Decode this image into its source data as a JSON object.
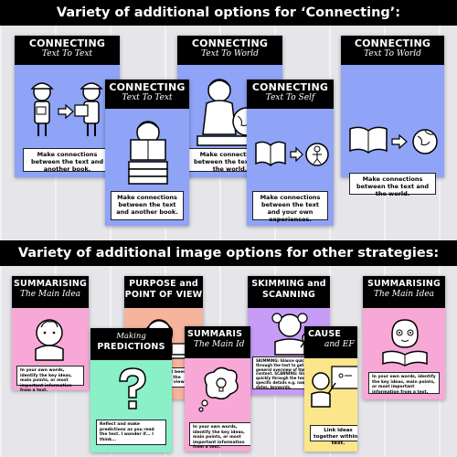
{
  "banner_top": "Variety of additional options for ‘Connecting’:",
  "banner_bottom": "Variety of additional image options for other strategies:",
  "connecting_cards": [
    {
      "title": "CONNECTING",
      "subtitle": "Text To Text",
      "caption": "Make connections between the text and another book."
    },
    {
      "title": "CONNECTING",
      "subtitle": "Text To Text",
      "caption": "Make connections between the text and another book."
    },
    {
      "title": "CONNECTING",
      "subtitle": "Text To World",
      "caption": "Make connections between the text and the world."
    },
    {
      "title": "CONNECTING",
      "subtitle": "Text To Self",
      "caption": "Make connections between the text and your own experiences."
    },
    {
      "title": "CONNECTING",
      "subtitle": "Text To World",
      "caption": "Make connections between the text and the world."
    }
  ],
  "strategy_cards": [
    {
      "title": "SUMMARISING",
      "subtitle": "The Main Idea",
      "caption": "In your own words, identify the key ideas, main points, or most important information from a text."
    },
    {
      "title": "Making",
      "subtitle": "PREDICTIONS",
      "caption": "Reflect and make predictions as you read the text. I wonder if... I think..."
    },
    {
      "title": "PURPOSE and",
      "subtitle": "POINT OF VIEW",
      "caption": "Why has the text been written? What is the author's point of view?"
    },
    {
      "title": "SUMMARIS",
      "subtitle": "The Main Id",
      "caption": "In your own words, identify the key ideas, main points, or most important information from a text."
    },
    {
      "title": "SKIMMING and",
      "subtitle": "SCANNING",
      "caption": "SKIMMING: Glance quickly through the text to get the general overview of the content. SCANNING: Glance quickly through the text to find specific details e.g. names, dates, keywords."
    },
    {
      "title": "CAUSE",
      "subtitle": "and EF",
      "caption": "Link ideas together within a text."
    },
    {
      "title": "SUMMARISING",
      "subtitle": "The Main Idea",
      "caption": "In your own words, identify the key ideas, main points, or most important information from a text."
    }
  ],
  "colors": {
    "blue": "#8fa3f7",
    "pink": "#f7a8d6",
    "mint": "#8af0c8",
    "peach": "#f7b49d",
    "purple": "#c79cf7",
    "yellow": "#fbe68c"
  },
  "icons": [
    "book-icon",
    "arrow-icon",
    "globe-icon",
    "self-icon",
    "lightbulb-icon",
    "thought-bubble-icon"
  ]
}
